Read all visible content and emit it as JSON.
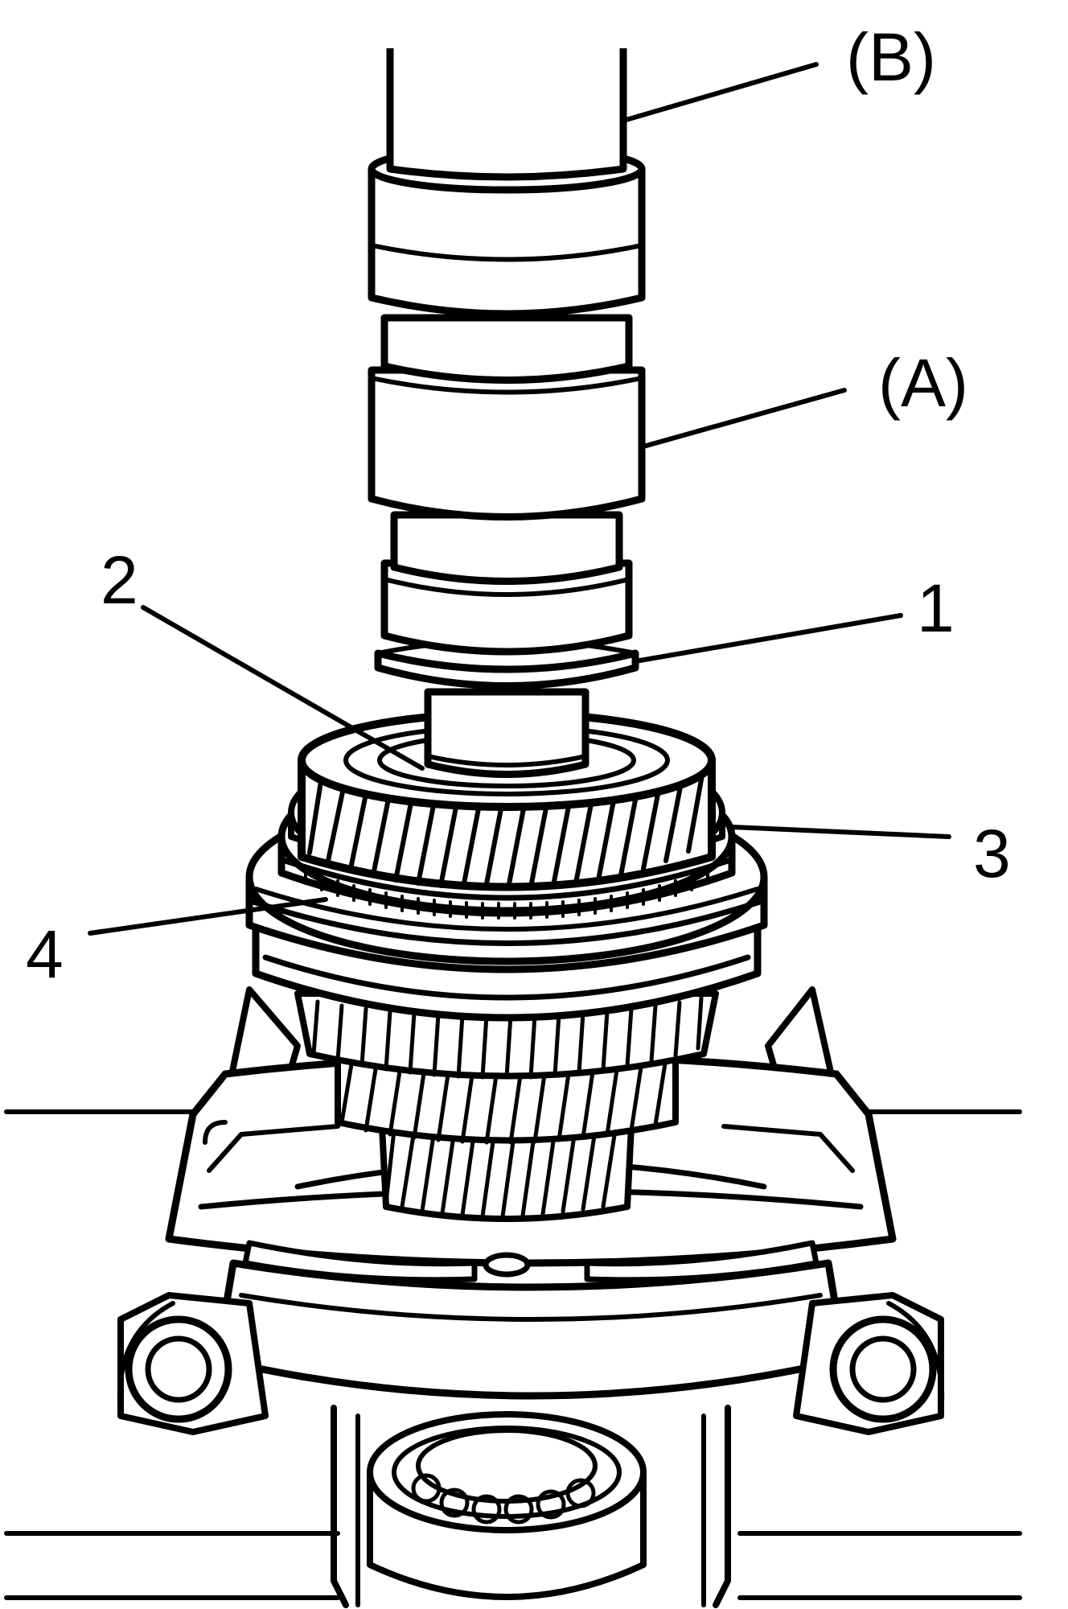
{
  "callouts": {
    "b": "(B)",
    "a": "(A)",
    "n1": "1",
    "n2": "2",
    "n3": "3",
    "n4": "4"
  },
  "colors": {
    "line": "#000000",
    "background": "#ffffff"
  }
}
